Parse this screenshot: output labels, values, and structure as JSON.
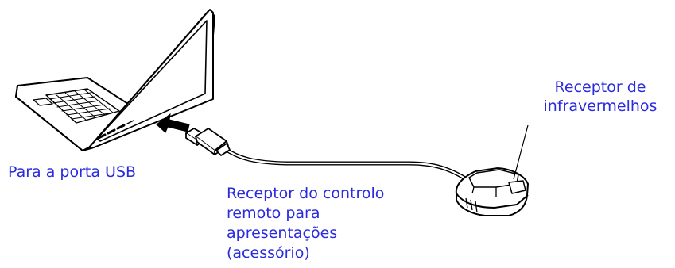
{
  "labels": {
    "usb_port": "Para a porta USB",
    "ir_receiver": [
      "Receptor de",
      "infravermelhos"
    ],
    "remote_receiver": [
      "Receptor do controlo",
      "remoto para",
      "apresentações",
      "(acessório)"
    ]
  },
  "colors": {
    "label_text": "#2a2adf",
    "line_art": "#000000",
    "background": "#ffffff"
  },
  "icons": {
    "laptop": "laptop-icon",
    "arrow": "arrow-right-icon",
    "usb_plug": "usb-plug-icon",
    "receiver": "ir-receiver-icon"
  }
}
